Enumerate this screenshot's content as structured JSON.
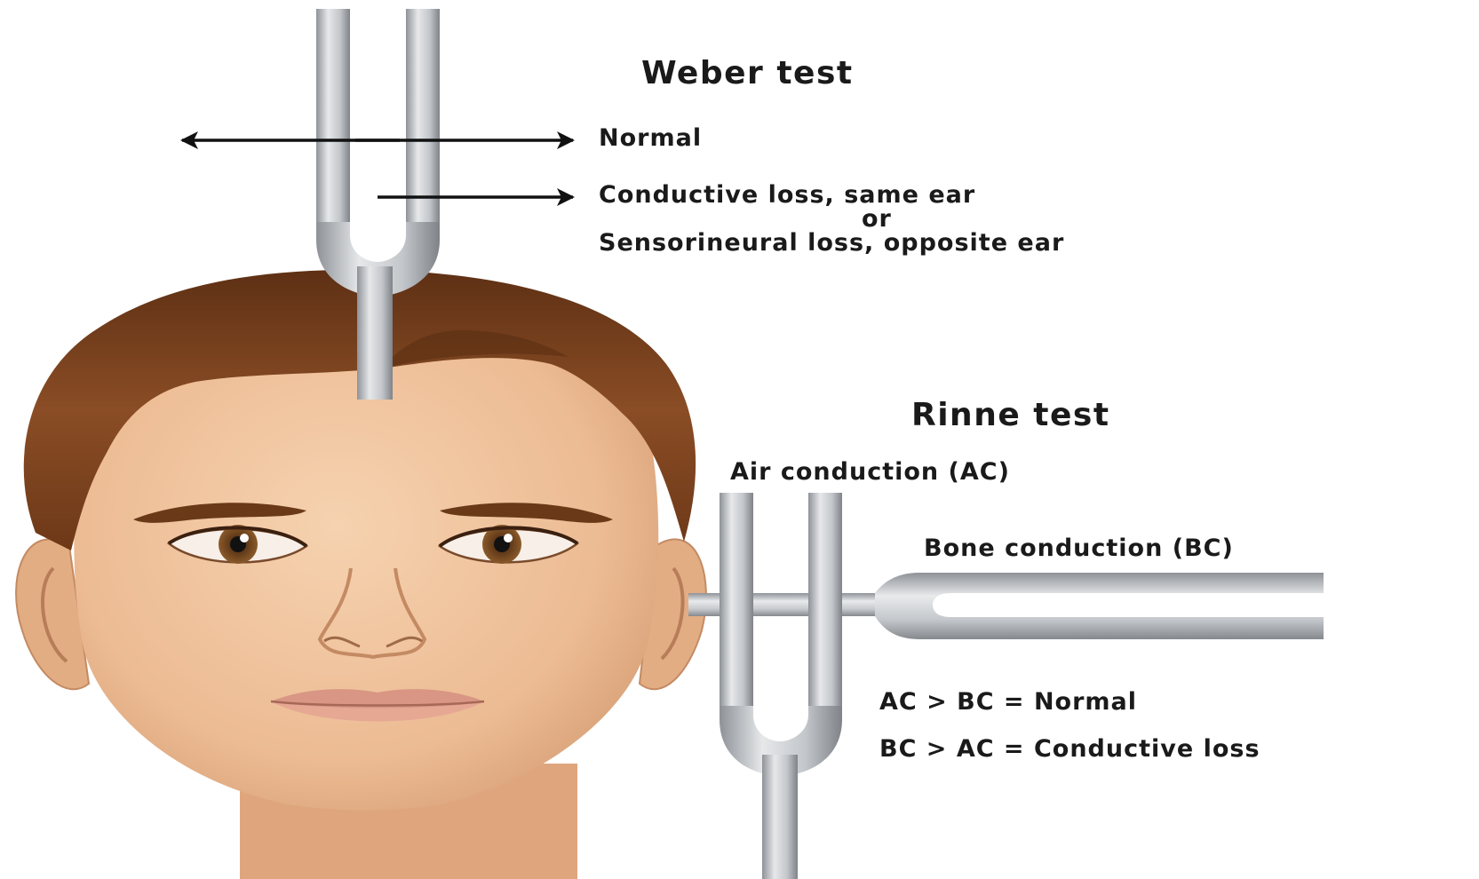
{
  "weber": {
    "title": "Weber test",
    "normal": "Normal",
    "lateralized_line1": "Conductive loss, same ear",
    "lateralized_line2": "or",
    "lateralized_line3": "Sensorineural loss, opposite ear"
  },
  "rinne": {
    "title": "Rinne test",
    "air_conduction": "Air conduction (AC)",
    "bone_conduction": "Bone conduction (BC)",
    "result_normal": "AC > BC = Normal",
    "result_conductive": "BC > AC = Conductive loss"
  },
  "colors": {
    "skin": "#eebf98",
    "hair": "#7a4320",
    "fork_steel": "#b9bcc0",
    "text": "#1a1a1a"
  }
}
